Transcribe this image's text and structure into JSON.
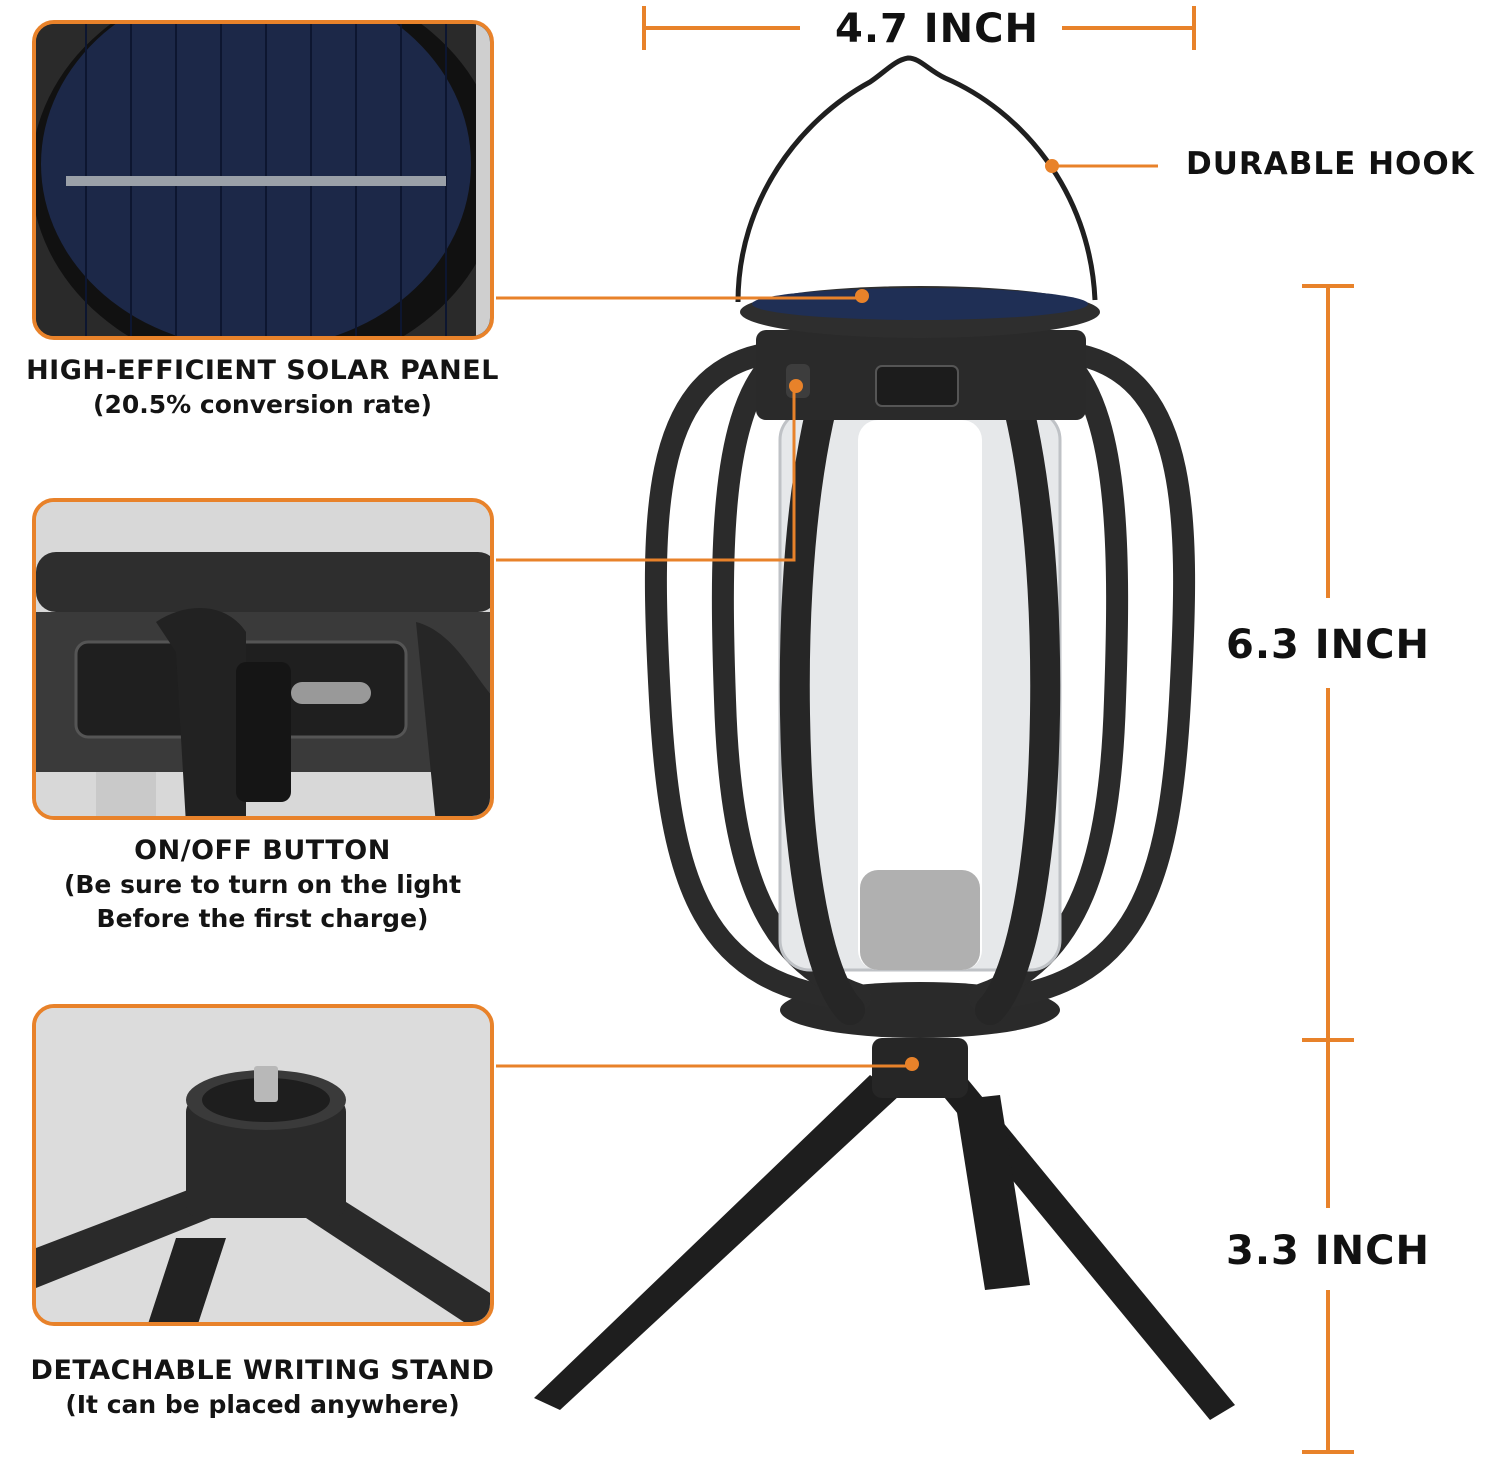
{
  "dimensions": {
    "width_label": "4.7 INCH",
    "lantern_height_label": "6.3 INCH",
    "stand_height_label": "3.3 INCH"
  },
  "callouts": {
    "hook": {
      "label": "DURABLE HOOK"
    },
    "solar": {
      "title": "HIGH-EFFICIENT SOLAR PANEL",
      "subtitle": "(20.5% conversion rate)"
    },
    "button": {
      "title": "ON/OFF BUTTON",
      "line2": "(Be sure to turn on the light",
      "line3": "Before the first charge)"
    },
    "stand": {
      "title": "DETACHABLE WRITING STAND",
      "subtitle": "(It can be placed anywhere)"
    }
  },
  "colors": {
    "accent": "#e8822a",
    "lantern": "#2b2b2b",
    "solar_cell": "#1f2f55",
    "diffuser": "#e6e8ea"
  }
}
